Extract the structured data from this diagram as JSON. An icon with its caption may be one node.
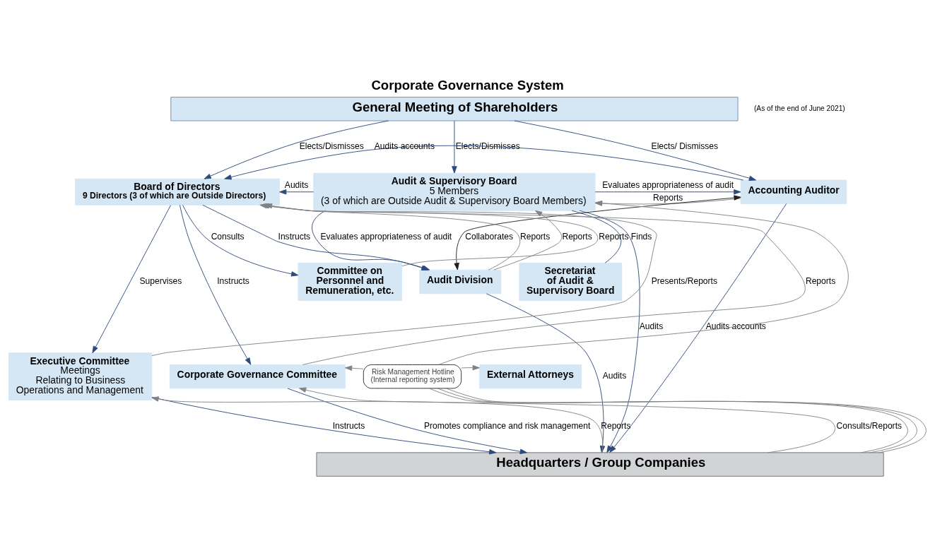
{
  "diagram": {
    "title": "Corporate Governance System",
    "nodes": [
      {
        "text": [
          "General Meeting of Shareholders"
        ]
      },
      {
        "text": [
          "Board of Directors",
          "9 Directors (3 of which are Outside Directors)"
        ]
      },
      {
        "text": [
          "Audit & Supervisory Board",
          "5 Members (3 of which are Outside Audit & Supervisory Board Members)"
        ]
      },
      {
        "text": [
          "Accounting Auditor"
        ]
      },
      {
        "text": [
          "Secretariat of Audit & Supervisory Board"
        ]
      },
      {
        "text": [
          "Committee on Personnel and Remuneration, etc."
        ]
      },
      {
        "text": [
          "Audit Division"
        ]
      },
      {
        "text": [
          "Executive Committee",
          "Meetings Relating to Business Operations and Management"
        ]
      },
      {
        "text": [
          "Corporate Governance Committee"
        ]
      },
      {
        "text": [
          "External Attorneys"
        ]
      },
      {
        "text": [
          "Risk Management Hotline (Internal reporting system)"
        ]
      },
      {
        "text": [
          "Headquarters / Group Companies"
        ]
      }
    ],
    "edges": [
      {
        "from": 0,
        "to": 1,
        "arrow": "to",
        "label": "Elects/Dismisses"
      },
      {
        "from": 0,
        "to": 2,
        "arrow": "to",
        "label": "Elects/Dismisses"
      },
      {
        "from": 0,
        "to": 3,
        "arrow": "to",
        "label": "Elects/ Dismisses"
      },
      {
        "from": 2,
        "to": 1,
        "arrow": "to",
        "label": "Audits"
      },
      {
        "from": 2,
        "to": 3,
        "arrow": "to",
        "label": "Evaluates appropriateness of audit"
      },
      {
        "from": 3,
        "to": 2,
        "arrow": "to",
        "label": "Reports",
        "color": "#808285"
      },
      {
        "from": 2,
        "to": 4,
        "arrow": "none"
      },
      {
        "from": 5,
        "to": 1,
        "arrow": "to",
        "label": "Reports Finds",
        "color": "#808285"
      },
      {
        "from": 1,
        "to": 5,
        "arrow": "to",
        "label": "Consults"
      },
      {
        "from": 7,
        "to": 1,
        "arrow": "to",
        "label": "Presents/Reports",
        "color": "#808285"
      },
      {
        "from": 1,
        "to": 7,
        "arrow": "to",
        "label": "Supervises"
      },
      {
        "from": 8,
        "to": 1,
        "arrow": "to",
        "label": "Reports",
        "color": "#808285"
      },
      {
        "from": 1,
        "to": 8,
        "arrow": "to",
        "label": "Instructs"
      },
      {
        "from": 6,
        "to": 1,
        "arrow": "to",
        "label": "Reports",
        "color": "#808285"
      },
      {
        "from": 1,
        "to": 6,
        "arrow": "to",
        "label": "Instructs"
      },
      {
        "from": 3,
        "to": 1,
        "arrow": "to",
        "label": "Audits accounts"
      },
      {
        "from": 2,
        "to": 6,
        "arrow": "to",
        "label": "Evaluates appropriateness of audit"
      },
      {
        "from": 6,
        "to": 2,
        "arrow": "to",
        "label": "Reports",
        "color": "#808285"
      },
      {
        "from": 3,
        "to": 6,
        "arrow": "both",
        "label": "Collaborates",
        "color": "#231f20"
      },
      {
        "from": 6,
        "to": 11,
        "arrow": "to",
        "label": "Audits"
      },
      {
        "from": 2,
        "to": 11,
        "arrow": "to",
        "label": "Audits"
      },
      {
        "from": 3,
        "to": 11,
        "arrow": "to",
        "label": "Audits accounts"
      },
      {
        "from": 11,
        "to": 7,
        "arrow": "to",
        "label": "Reports",
        "color": "#808285"
      },
      {
        "from": 7,
        "to": 11,
        "arrow": "to",
        "label": "Instructs"
      },
      {
        "from": 11,
        "to": 8,
        "arrow": "to",
        "label": "Consults/Reports",
        "color": "#808285"
      },
      {
        "from": 8,
        "to": 11,
        "arrow": "to",
        "label": "Promotes compliance and risk management"
      },
      {
        "from": 11,
        "to": 10,
        "arrow": "none",
        "color": "#808285"
      },
      {
        "from": 11,
        "to": 10,
        "arrow": "none",
        "color": "#808285"
      },
      {
        "from": 11,
        "to": 10,
        "arrow": "none",
        "color": "#808285"
      },
      {
        "from": 10,
        "to": 8,
        "arrow": "to",
        "color": "#808285"
      },
      {
        "from": 10,
        "to": 2,
        "arrow": "to",
        "color": "#808285"
      },
      {
        "from": 10,
        "to": 9,
        "arrow": "to",
        "color": "#808285"
      }
    ],
    "labels": [
      "(As of the end of June 2021)"
    ]
  }
}
